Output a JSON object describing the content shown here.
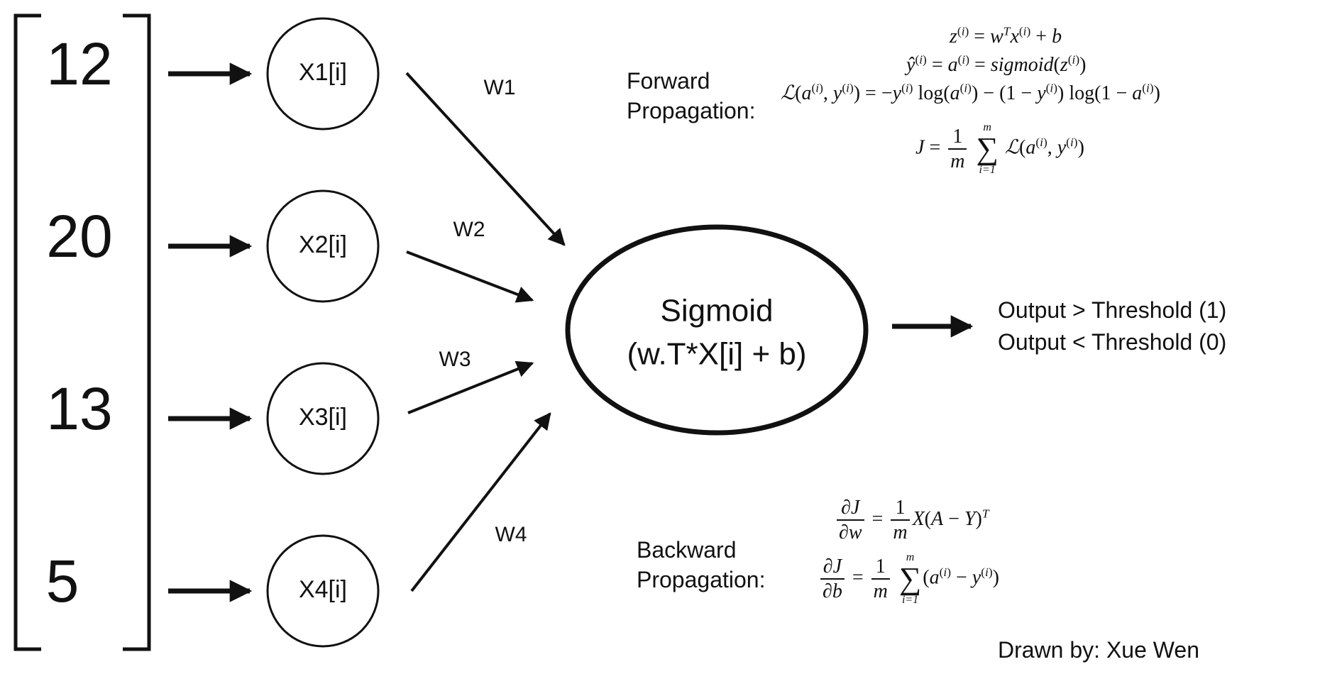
{
  "input_vector": {
    "values": [
      "12",
      "20",
      "13",
      "5"
    ]
  },
  "input_nodes": [
    {
      "label": "X1[i]",
      "weight": "W1"
    },
    {
      "label": "X2[i]",
      "weight": "W2"
    },
    {
      "label": "X3[i]",
      "weight": "W3"
    },
    {
      "label": "X4[i]",
      "weight": "W4"
    }
  ],
  "sigmoid_node": {
    "line1": "Sigmoid",
    "line2": "(w.T*X[i] + b)"
  },
  "output": {
    "line1": "Output > Threshold (1)",
    "line2": "Output < Threshold (0)"
  },
  "forward": {
    "label_line1": "Forward",
    "label_line2": "Propagation:",
    "eq1": "z(i) = wT x(i) + b",
    "eq2": "ŷ(i) = a(i) = sigmoid(z(i))",
    "eq3": "ℒ(a(i), y(i)) = −y(i) log(a(i)) − (1 − y(i)) log(1 − a(i))",
    "eq4": "J = 1/m Σ(i=1..m) ℒ(a(i), y(i))"
  },
  "backward": {
    "label_line1": "Backward",
    "label_line2": "Propagation:",
    "eq1": "∂J/∂w = 1/m X(A − Y)T",
    "eq2": "∂J/∂b = 1/m Σ(i=1..m) (a(i) − y(i))"
  },
  "credit": "Drawn by: Xue Wen",
  "colors": {
    "ink": "#111111",
    "background": "#ffffff"
  }
}
